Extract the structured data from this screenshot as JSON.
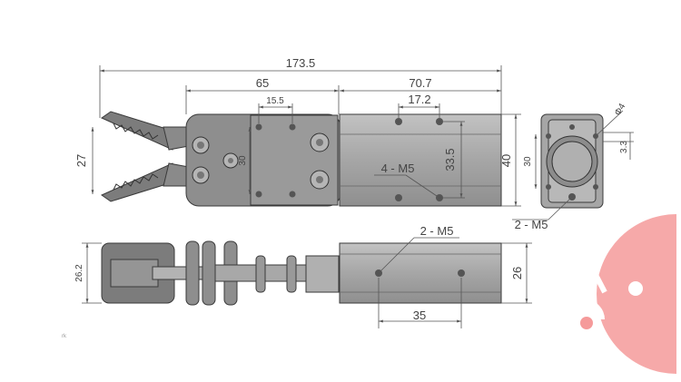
{
  "dimensions": {
    "overall_length": "173.5",
    "jaw_section": "65",
    "body_section": "70.7",
    "plate_hole_spacing": "15.5",
    "body_hole_spacing": "17.2",
    "jaw_opening": "27",
    "plate_height": "30",
    "body_hole_span": "33.5",
    "body_height": "40",
    "end_inner": "30",
    "end_hole_dia": "Φ4",
    "end_hole_offset": "3.3",
    "thread_top": "4 - M5",
    "thread_end": "2 - M5",
    "thread_side": "2 - M5",
    "side_height_left": "26.2",
    "side_height_right": "26",
    "side_hole_spacing": "35"
  },
  "corner_mark": "rk",
  "colors": {
    "body": "#a9a9a9",
    "plate": "#8e8e8e",
    "jaw": "#7c7c7c",
    "logo": "#f59a9a"
  }
}
